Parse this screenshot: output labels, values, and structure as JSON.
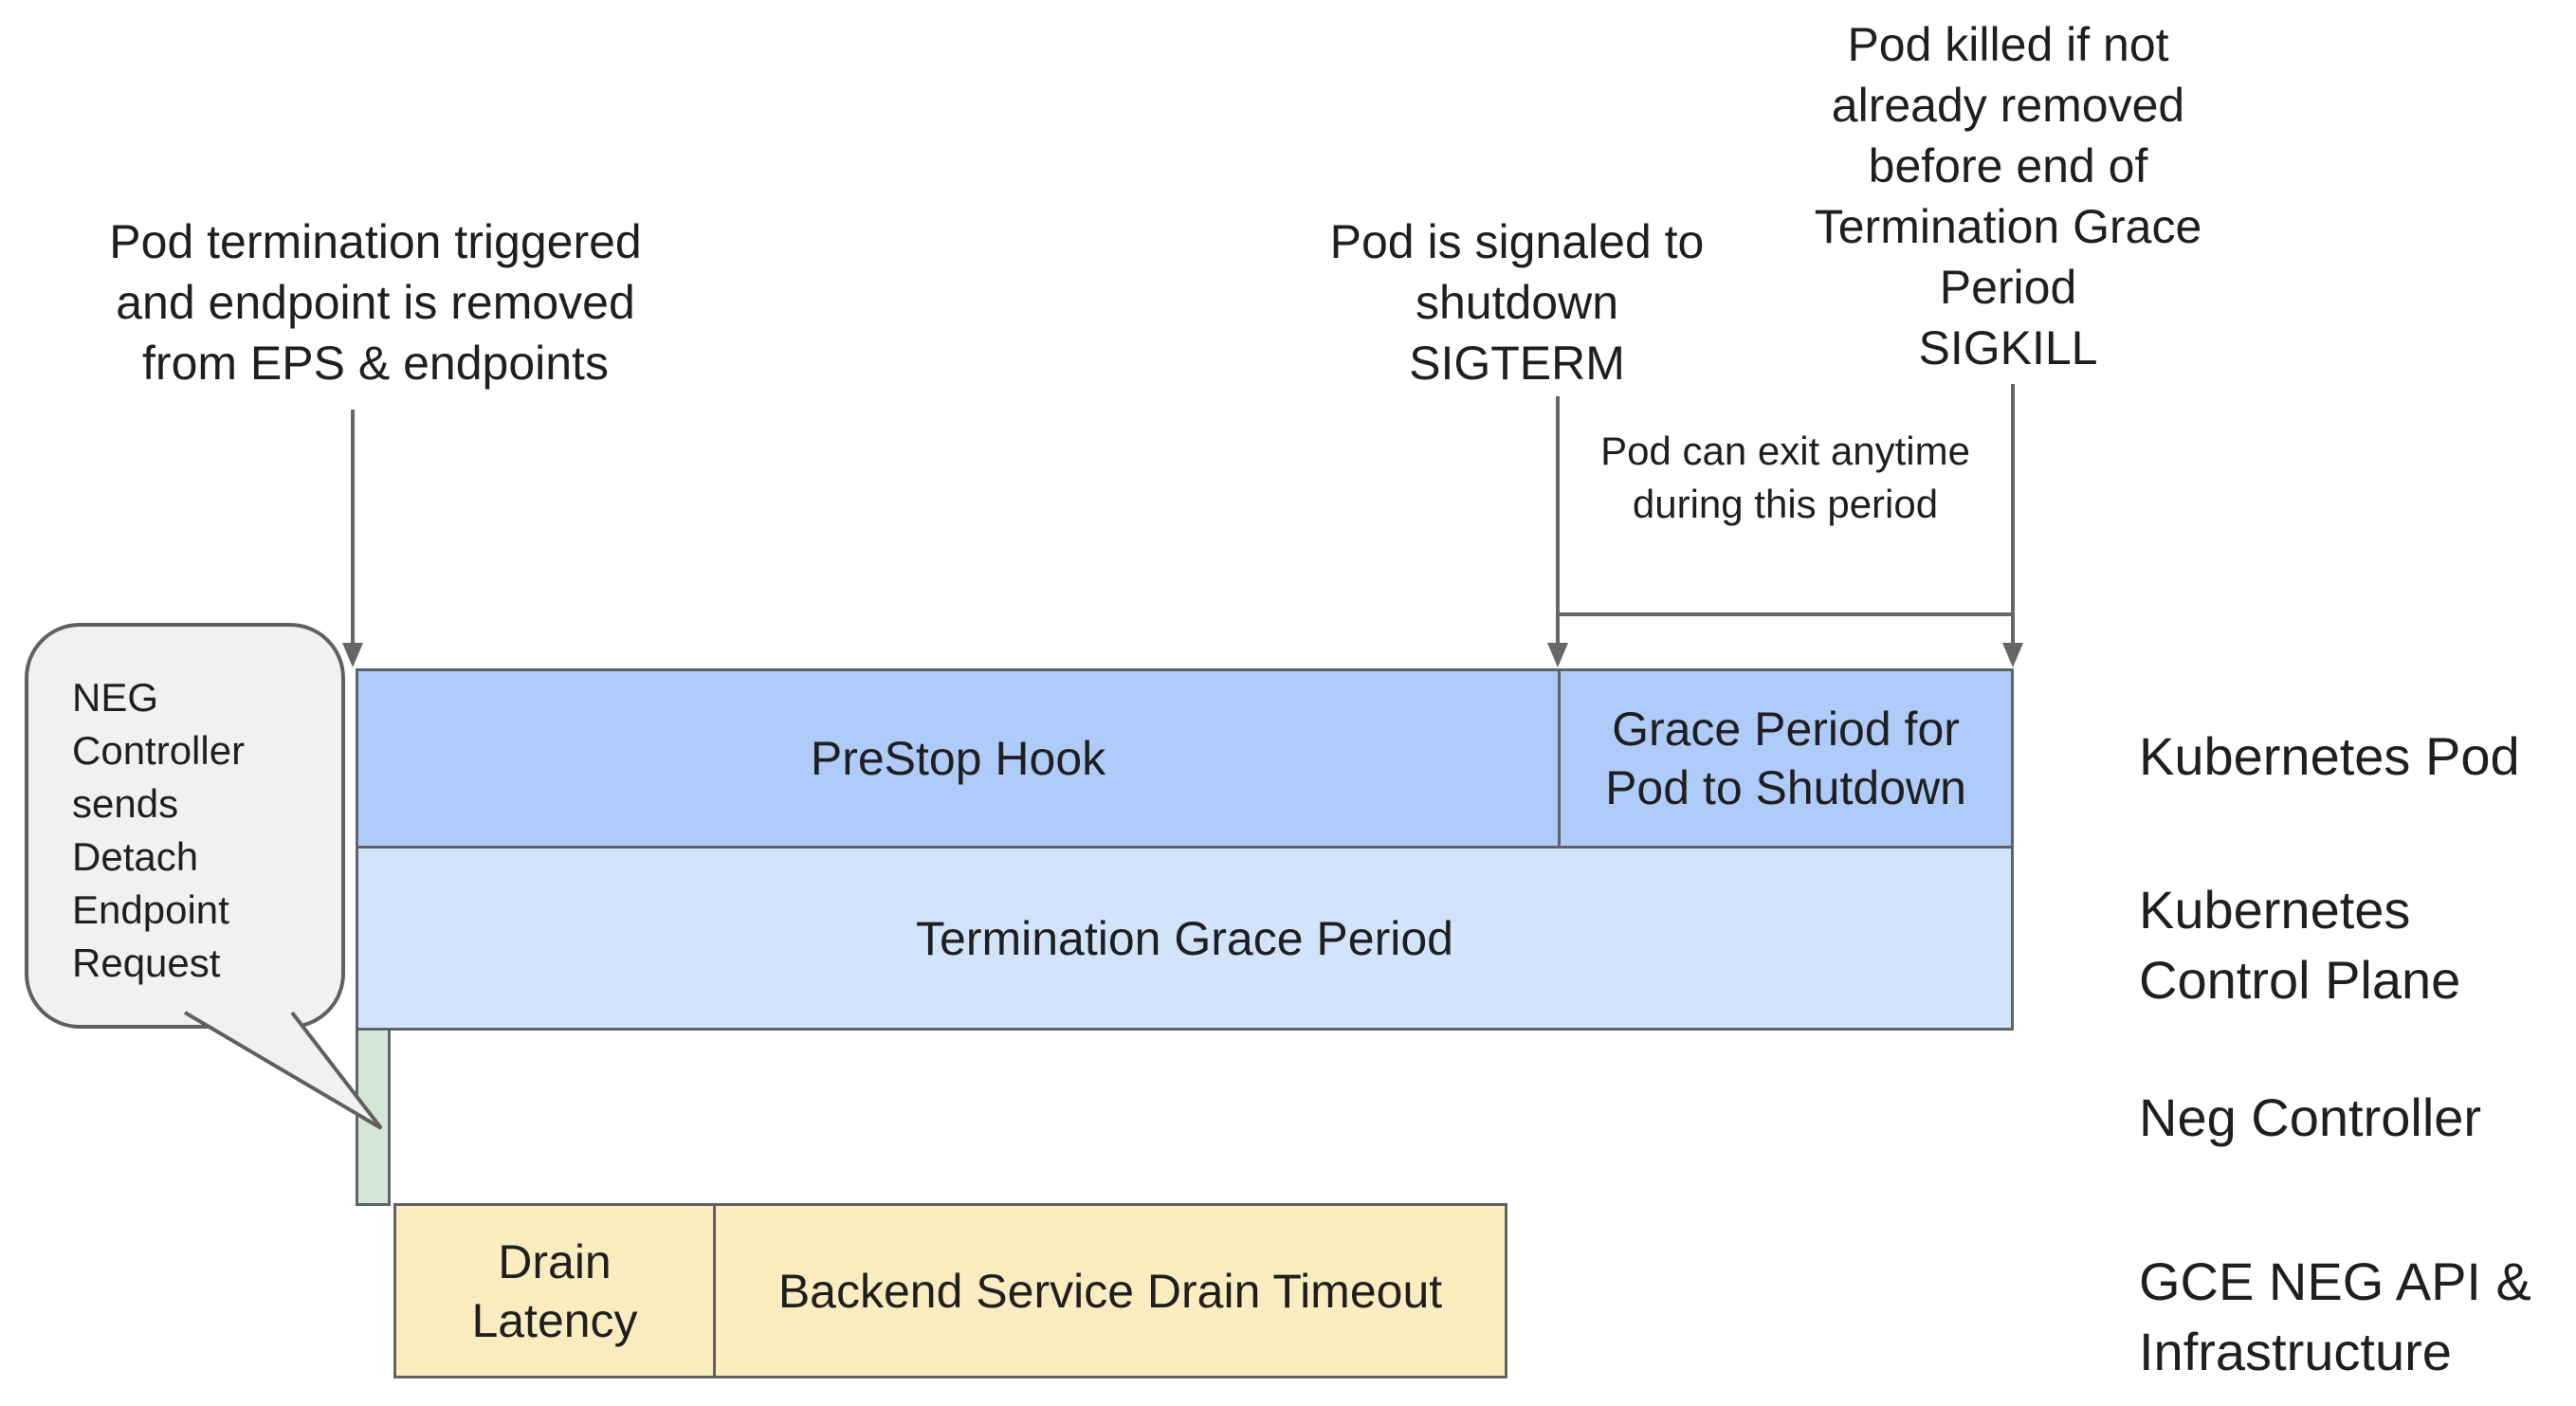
{
  "colors": {
    "row1_blue": "#aecbfa",
    "row2_blue": "#d2e3fc",
    "green": "#d2e7d6",
    "yellow": "#fbedc0",
    "border": "#5f6368",
    "arrow": "#666666",
    "bubble_fill": "#f1f1f2",
    "bubble_border": "#606060",
    "text": "#1f1f1f",
    "background": "#ffffff"
  },
  "annotations": {
    "pod_termination": {
      "lines": [
        "Pod termination triggered",
        "and endpoint is removed",
        "from EPS & endpoints"
      ]
    },
    "sigterm": {
      "lines": [
        "Pod is signaled to",
        "shutdown",
        "SIGTERM"
      ]
    },
    "sigkill": {
      "lines": [
        "Pod killed if not",
        "already removed",
        "before end of",
        "Termination Grace",
        "Period",
        "SIGKILL"
      ]
    },
    "pod_exit": {
      "lines": [
        "Pod can exit anytime",
        "during this period"
      ]
    }
  },
  "callout": {
    "lines": [
      "NEG",
      "Controller",
      "sends",
      "Detach",
      "Endpoint",
      "Request"
    ]
  },
  "timeline": {
    "kubernetes_pod_row": {
      "prestop": "PreStop Hook",
      "grace": [
        "Grace Period for",
        "Pod to Shutdown"
      ]
    },
    "control_plane_row": {
      "label": "Termination Grace Period"
    },
    "gce_row": {
      "drain_latency": [
        "Drain",
        "Latency"
      ],
      "backend": "Backend Service Drain Timeout"
    }
  },
  "lanes": {
    "kubernetes_pod": "Kubernetes Pod",
    "control_plane": [
      "Kubernetes",
      "Control Plane"
    ],
    "neg_controller": "Neg Controller",
    "gce": [
      "GCE NEG API &",
      "Infrastructure"
    ]
  }
}
